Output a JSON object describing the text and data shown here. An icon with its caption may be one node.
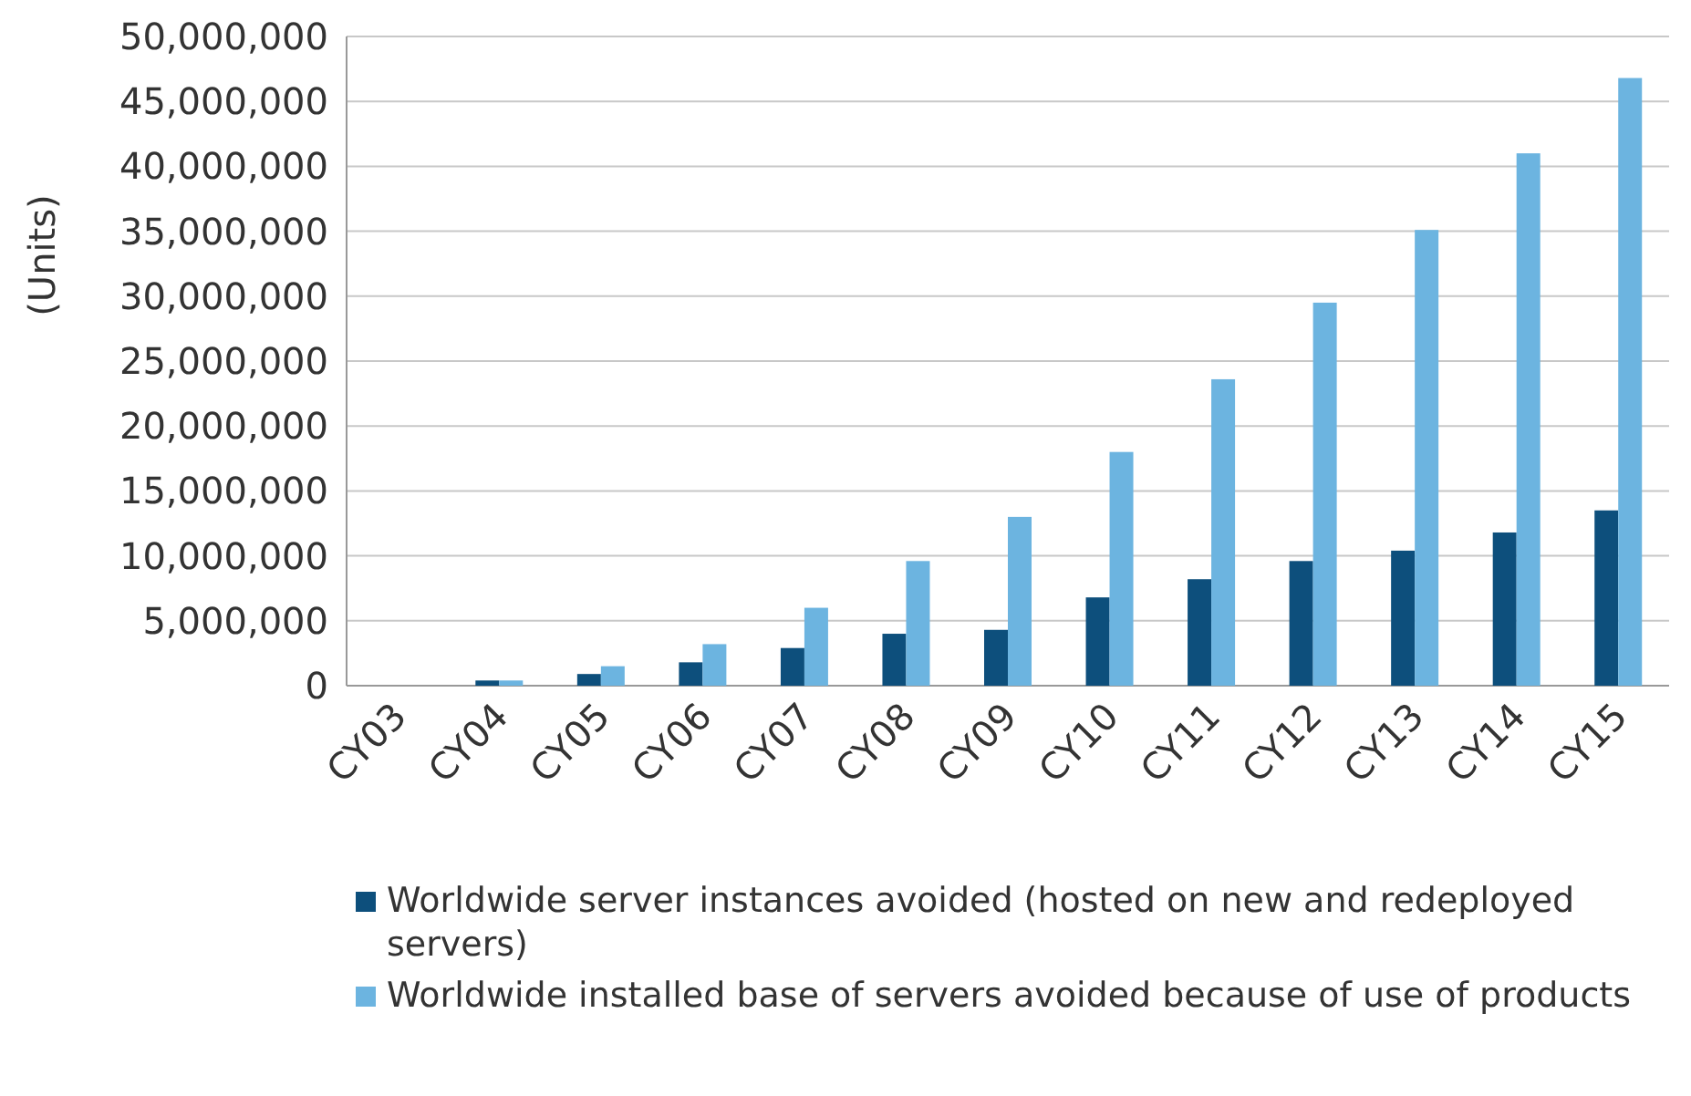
{
  "diagram": {
    "chart_data": {
      "type": "bar",
      "ylabel": "(Units)",
      "grid": "y",
      "legend": "bottom",
      "categories": [
        "CY03",
        "CY04",
        "CY05",
        "CY06",
        "CY07",
        "CY08",
        "CY09",
        "CY10",
        "CY11",
        "CY12",
        "CY13",
        "CY14",
        "CY15"
      ],
      "series": [
        {
          "name": "Worldwide server instances avoided (hosted on new and redeployed servers)",
          "color": "#0d4f7c",
          "values": [
            0,
            400000,
            900000,
            1800000,
            2900000,
            4000000,
            4300000,
            6800000,
            8200000,
            9600000,
            10400000,
            11800000,
            13500000
          ]
        },
        {
          "name": "Worldwide installed base of servers avoided because of use of products",
          "color": "#6cb4e0",
          "values": [
            0,
            400000,
            1500000,
            3200000,
            6000000,
            9600000,
            13000000,
            18000000,
            23600000,
            29500000,
            35100000,
            41000000,
            46800000
          ]
        }
      ],
      "ylim": [
        0,
        50000000
      ],
      "yticks": [
        {
          "value": 0,
          "label": "0"
        },
        {
          "value": 5000000,
          "label": "5,000,000"
        },
        {
          "value": 10000000,
          "label": "10,000,000"
        },
        {
          "value": 15000000,
          "label": "15,000,000"
        },
        {
          "value": 20000000,
          "label": "20,000,000"
        },
        {
          "value": 25000000,
          "label": "25,000,000"
        },
        {
          "value": 30000000,
          "label": "30,000,000"
        },
        {
          "value": 35000000,
          "label": "35,000,000"
        },
        {
          "value": 40000000,
          "label": "40,000,000"
        },
        {
          "value": 45000000,
          "label": "45,000,000"
        },
        {
          "value": 50000000,
          "label": "50,000,000"
        }
      ]
    }
  }
}
